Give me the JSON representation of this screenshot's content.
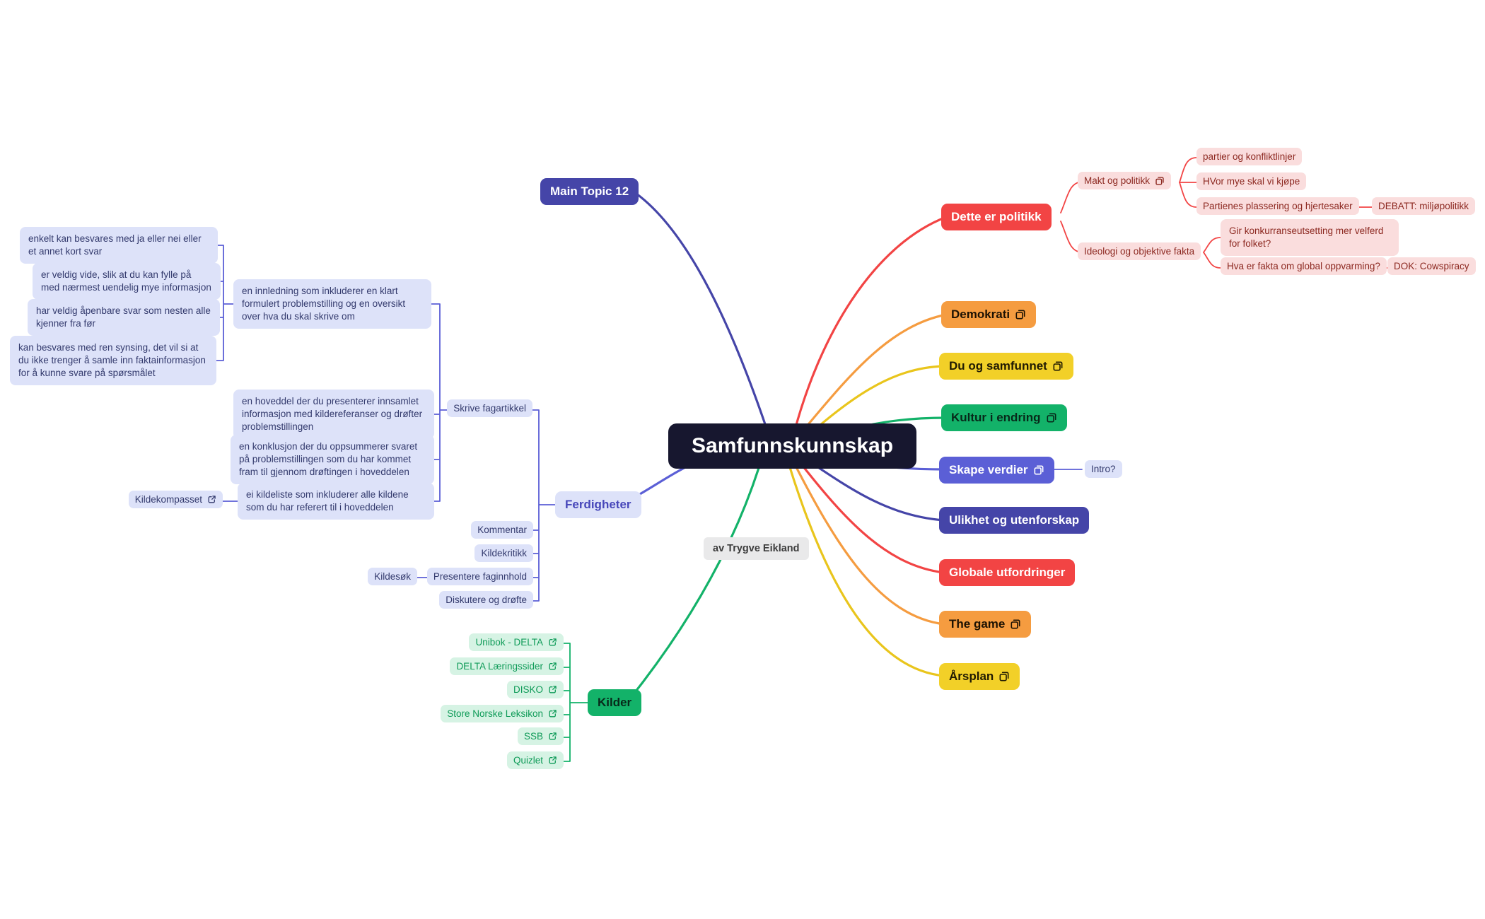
{
  "map": {
    "root": "Samfunnskunnskap",
    "author_note": "av Trygve Eikland",
    "branches": [
      {
        "id": "main12",
        "label": "Main Topic 12",
        "children": []
      },
      {
        "id": "politikk",
        "label": "Dette er politikk",
        "children": [
          {
            "id": "makt",
            "label": "Makt og politikk",
            "icon": "copy-icon",
            "children": [
              {
                "id": "partier",
                "label": "partier og konfliktlinjer"
              },
              {
                "id": "hvor",
                "label": "HVor mye skal vi kjøpe"
              },
              {
                "id": "partienes",
                "label": "Partienes plassering og hjertesaker",
                "children": [
                  {
                    "id": "debatt",
                    "label": "DEBATT: miljøpolitikk"
                  }
                ]
              }
            ]
          },
          {
            "id": "ideologi",
            "label": "Ideologi og objektive fakta",
            "children": [
              {
                "id": "gir",
                "label": "Gir konkurranseutsetting mer velferd for folket?"
              },
              {
                "id": "hva",
                "label": "Hva er fakta om global oppvarming?",
                "children": [
                  {
                    "id": "dok",
                    "label": "DOK: Cowspiracy"
                  }
                ]
              }
            ]
          }
        ]
      },
      {
        "id": "demokrati",
        "label": "Demokrati",
        "icon": "copy-icon",
        "children": []
      },
      {
        "id": "dusamfunnet",
        "label": "Du og samfunnet",
        "icon": "copy-icon",
        "children": []
      },
      {
        "id": "kultur",
        "label": "Kultur i endring",
        "icon": "copy-icon",
        "children": []
      },
      {
        "id": "skape",
        "label": "Skape verdier",
        "icon": "copy-icon",
        "children": [
          {
            "id": "intro",
            "label": "Intro?"
          }
        ]
      },
      {
        "id": "ulikhet",
        "label": "Ulikhet og utenforskap",
        "children": []
      },
      {
        "id": "globale",
        "label": "Globale utfordringer",
        "children": []
      },
      {
        "id": "thegame",
        "label": "The game",
        "icon": "copy-icon",
        "children": []
      },
      {
        "id": "arsplan",
        "label": "Årsplan",
        "icon": "copy-icon",
        "children": []
      },
      {
        "id": "ferdigheter",
        "label": "Ferdigheter",
        "children": [
          {
            "id": "skrive",
            "label": "Skrive fagartikkel",
            "children": [
              {
                "id": "innledning",
                "label": "en innledning som inkluderer en klart formulert problemstilling og en oversikt over hva du skal skrive om",
                "children": [
                  {
                    "id": "enkelt",
                    "label": "enkelt kan besvares med ja eller nei eller et annet kort svar"
                  },
                  {
                    "id": "veldigvide",
                    "label": "er veldig vide, slik at du kan fylle på med nærmest uendelig mye informasjon"
                  },
                  {
                    "id": "apenbare",
                    "label": "har veldig åpenbare svar som nesten alle kjenner fra før"
                  },
                  {
                    "id": "synsing",
                    "label": "kan besvares med ren synsing, det vil si at du ikke trenger å samle inn faktainformasjon for å kunne svare på spørsmålet"
                  }
                ]
              },
              {
                "id": "hoveddel",
                "label": "en hoveddel der du presenterer innsamlet informasjon med kildereferanser og drøfter problemstillingen"
              },
              {
                "id": "konklusjon",
                "label": "en konklusjon der du oppsummerer svaret på problemstillingen som du har kommet fram til gjennom drøftingen i hoveddelen"
              },
              {
                "id": "kildeliste",
                "label": "ei kildeliste som inkluderer alle kildene som du har referert til i hoveddelen",
                "children": [
                  {
                    "id": "kildekompasset",
                    "label": "Kildekompasset",
                    "icon": "external-link-icon"
                  }
                ]
              }
            ]
          },
          {
            "id": "kommentar",
            "label": "Kommentar"
          },
          {
            "id": "kildekritikk",
            "label": "Kildekritikk"
          },
          {
            "id": "presentere",
            "label": "Presentere faginnhold",
            "children": [
              {
                "id": "kildesok",
                "label": "Kildesøk"
              }
            ]
          },
          {
            "id": "diskutere",
            "label": "Diskutere og drøfte"
          }
        ]
      },
      {
        "id": "kilder",
        "label": "Kilder",
        "children": [
          {
            "id": "unibok",
            "label": "Unibok - DELTA",
            "icon": "external-link-icon"
          },
          {
            "id": "delta",
            "label": "DELTA Læringssider",
            "icon": "external-link-icon"
          },
          {
            "id": "disko",
            "label": "DISKO",
            "icon": "external-link-icon"
          },
          {
            "id": "snl",
            "label": "Store Norske Leksikon",
            "icon": "external-link-icon"
          },
          {
            "id": "ssb",
            "label": "SSB",
            "icon": "external-link-icon"
          },
          {
            "id": "quizlet",
            "label": "Quizlet",
            "icon": "external-link-icon"
          }
        ]
      }
    ]
  },
  "icons": {
    "copy-icon": "⧉",
    "external-link-icon": "↗"
  },
  "colors": {
    "root_bg": "#17172f",
    "red": "#f24444",
    "orange": "#f59c40",
    "yellow": "#f2d028",
    "green": "#13b269",
    "indigo": "#5b5fd6",
    "navy": "#4545a8",
    "pink_bg": "#fadddd",
    "pink_text": "#8c2820",
    "lavender_bg": "#dde2f9",
    "lavender_text": "#333a6d",
    "mint_bg": "#d6f3e4",
    "mint_text": "#0f9b58",
    "note_bg": "#e9e9ea"
  }
}
